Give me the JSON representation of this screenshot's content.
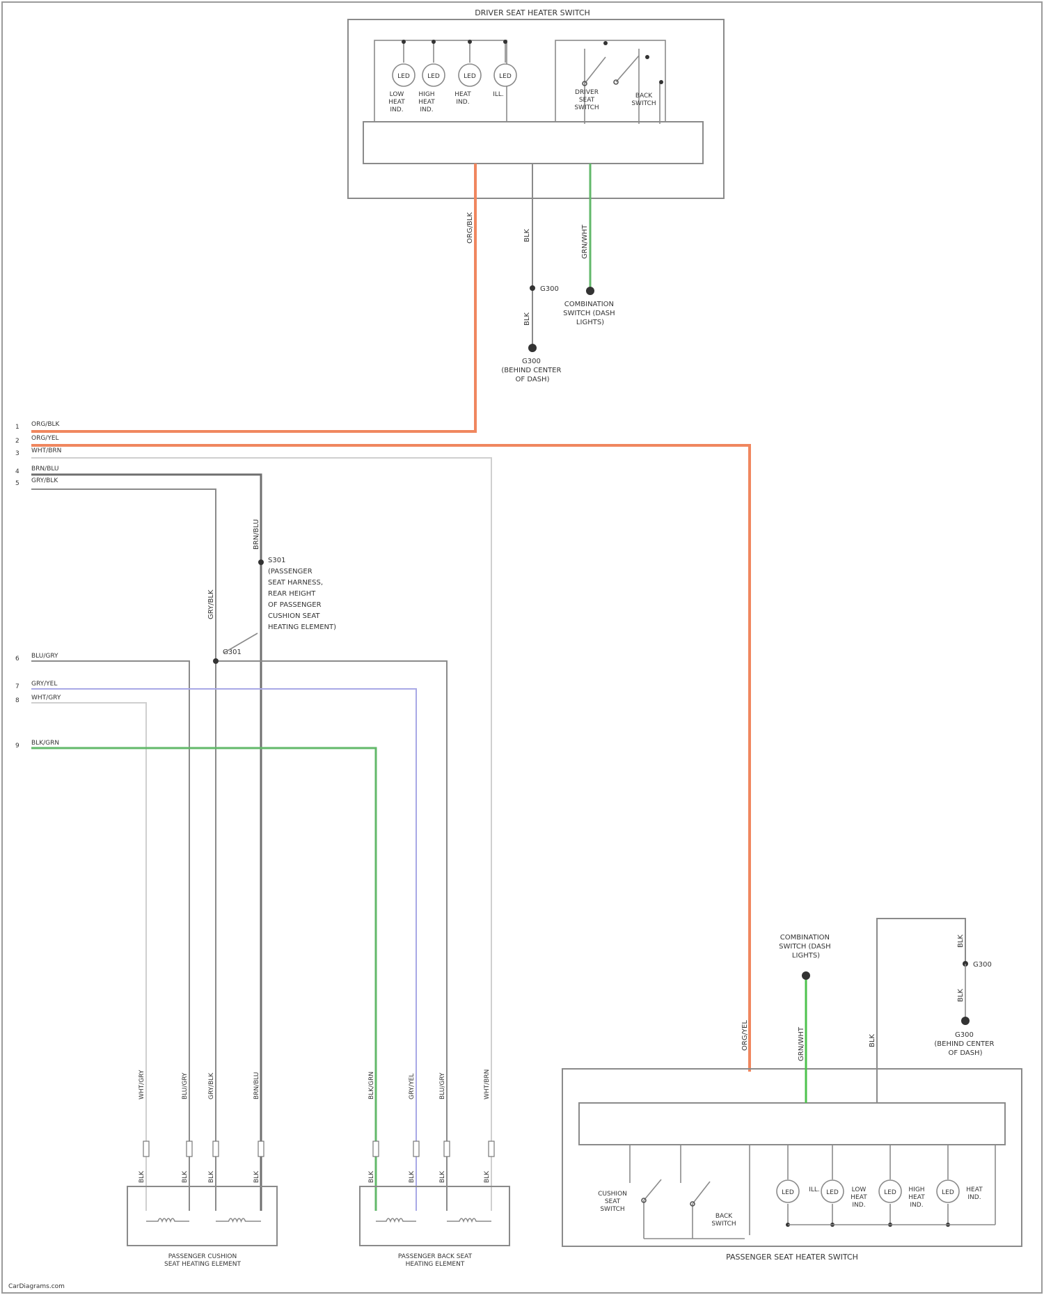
{
  "title": "DRIVER SEAT HEATER SWITCH",
  "footer": "CarDiagrams.com",
  "colors": {
    "orange": "#f0875f",
    "gray": "#8a8a8a",
    "dark_gray": "#6f6f6f",
    "light_gray": "#cfcfcf",
    "blue": "#a8a8e6",
    "green": "#62b86a",
    "green_bright": "#4cc24c"
  },
  "driver_switch": {
    "label": "DRIVER SEAT HEATER SWITCH",
    "leds": [
      {
        "label": "LED",
        "caption": [
          "LOW",
          "HEAT",
          "IND."
        ]
      },
      {
        "label": "LED",
        "caption": [
          "HIGH",
          "HEAT",
          "IND."
        ]
      },
      {
        "label": "LED",
        "caption": [
          "HEAT",
          "IND."
        ]
      },
      {
        "label": "LED",
        "caption": [
          "ILL."
        ]
      }
    ],
    "switches": [
      {
        "caption": [
          "DRIVER",
          "SEAT",
          "SWITCH"
        ]
      },
      {
        "caption": [
          "BACK",
          "SWITCH"
        ]
      }
    ],
    "wires": [
      {
        "code": "ORG/BLK",
        "color_key": "orange"
      },
      {
        "code": "BLK",
        "color_key": "gray"
      },
      {
        "code": "GRN/WHT",
        "color_key": "green"
      }
    ],
    "splice": "G300",
    "ground_wire": "BLK",
    "ground_label": [
      "G300",
      "(BEHIND CENTER",
      "OF DASH)"
    ],
    "power_label": [
      "COMBINATION",
      "SWITCH (DASH",
      "LIGHTS)"
    ]
  },
  "connector_pins": [
    {
      "pin": "1",
      "wire": "ORG/BLK",
      "color_key": "orange"
    },
    {
      "pin": "2",
      "wire": "ORG/YEL",
      "color_key": "orange"
    },
    {
      "pin": "3",
      "wire": "WHT/BRN",
      "color_key": "light_gray"
    },
    {
      "pin": "4",
      "wire": "BRN/BLU",
      "color_key": "dark_gray"
    },
    {
      "pin": "5",
      "wire": "GRY/BLK",
      "color_key": "gray"
    },
    {
      "pin": "6",
      "wire": "BLU/GRY",
      "color_key": "gray"
    },
    {
      "pin": "7",
      "wire": "GRY/YEL",
      "color_key": "blue"
    },
    {
      "pin": "8",
      "wire": "WHT/GRY",
      "color_key": "light_gray"
    },
    {
      "pin": "9",
      "wire": "BLK/GRN",
      "color_key": "green"
    }
  ],
  "center_splice": {
    "wire": "BRN/BLU",
    "label": "S301",
    "note": [
      "S301",
      "(PASSENGER",
      "SEAT HARNESS,",
      "REAR HEIGHT",
      "OF PASSENGER",
      "CUSHION SEAT",
      "HEATING ELEMENT)"
    ],
    "wire2": "GRY/BLK",
    "splice2": "G301"
  },
  "cushion_element": {
    "label": [
      "PASSENGER CUSHION",
      "SEAT HEATING ELEMENT"
    ],
    "wires": [
      "WHT/GRY",
      "BLU/GRY",
      "GRY/BLK",
      "BRN/BLU"
    ],
    "connector_wires": [
      "BLK",
      "BLK",
      "BLK",
      "BLK"
    ]
  },
  "back_element": {
    "label": [
      "PASSENGER BACK SEAT",
      "HEATING ELEMENT"
    ],
    "wires": [
      "BLK/GRN",
      "GRY/YEL",
      "BLU/GRY",
      "WHT/BRN"
    ],
    "connector_wires": [
      "BLK",
      "BLK",
      "BLK",
      "BLK"
    ]
  },
  "passenger_switch": {
    "label": "PASSENGER SEAT HEATER SWITCH",
    "wires": [
      {
        "code": "ORG/YEL",
        "color_key": "orange"
      },
      {
        "code": "GRN/WHT",
        "color_key": "green_bright"
      },
      {
        "code": "BLK",
        "color_key": "gray"
      }
    ],
    "power_label": [
      "COMBINATION",
      "SWITCH (DASH",
      "LIGHTS)"
    ],
    "ground_wire_top": "BLK",
    "splice": "G300",
    "ground_wire_bottom": "BLK",
    "ground_label": [
      "G300",
      "(BEHIND CENTER",
      "OF DASH)"
    ],
    "switches": [
      {
        "caption": [
          "CUSHION",
          "SEAT",
          "SWITCH"
        ]
      },
      {
        "caption": [
          "BACK",
          "SWITCH"
        ]
      }
    ],
    "leds": [
      {
        "label": "LED",
        "caption": [
          "ILL."
        ]
      },
      {
        "label": "LED",
        "caption": [
          "LOW",
          "HEAT",
          "IND."
        ]
      },
      {
        "label": "LED",
        "caption": [
          "HIGH",
          "HEAT",
          "IND."
        ]
      },
      {
        "label": "LED",
        "caption": [
          "HEAT",
          "IND."
        ]
      }
    ]
  }
}
